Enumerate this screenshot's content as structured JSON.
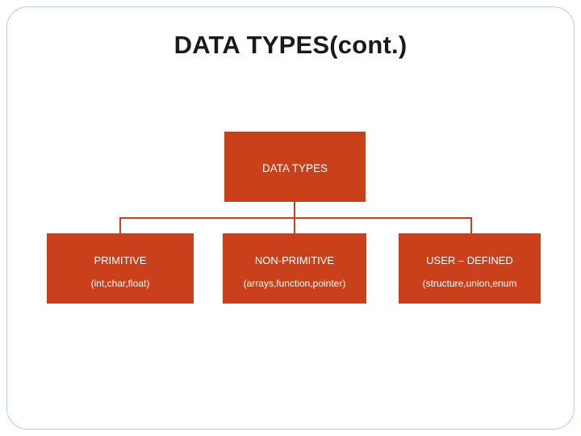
{
  "slide": {
    "title": "DATA TYPES(cont.)",
    "accent_color": "#c9401a",
    "border_color": "#b9cde5",
    "background_color": "#ffffff",
    "text_color": "#ffffff"
  },
  "diagram": {
    "type": "tree",
    "root": {
      "label": "DATA TYPES"
    },
    "children": [
      {
        "label": "PRIMITIVE",
        "sublabel": "(int,char,float)"
      },
      {
        "label": "NON-PRIMITIVE",
        "sublabel": "(arrays,function,pointer)"
      },
      {
        "label": "USER – DEFINED",
        "sublabel": "(structure,union,enum"
      }
    ]
  }
}
